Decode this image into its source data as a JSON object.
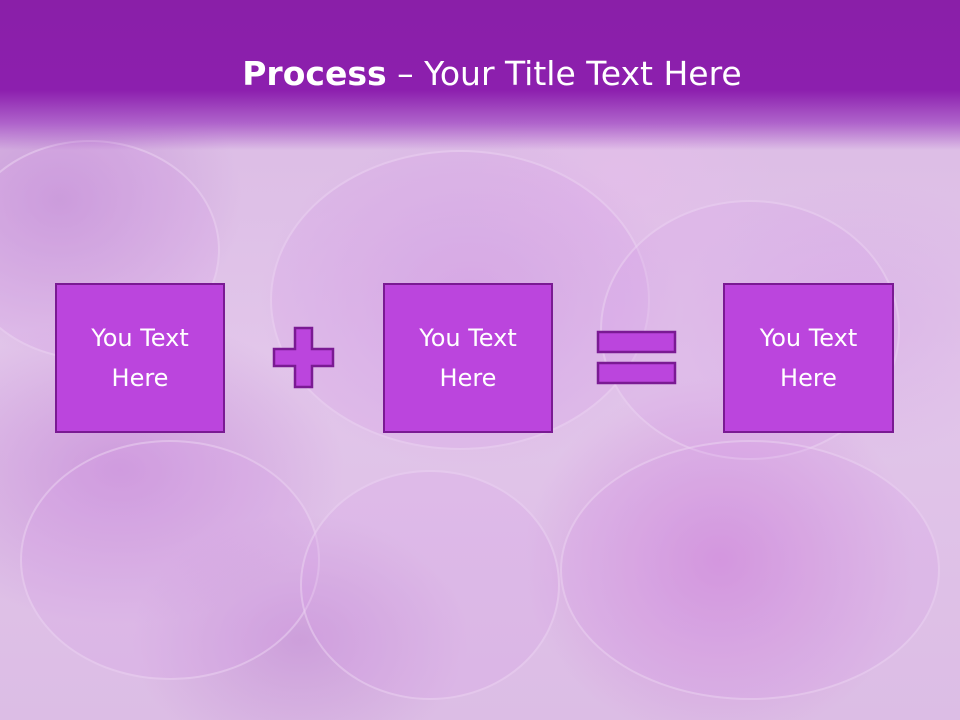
{
  "slide": {
    "title_bold": "Process",
    "title_dash": " – ",
    "title_rest": "Your Title Text Here"
  },
  "process": {
    "boxes": [
      {
        "line1": "You Text",
        "line2": "Here"
      },
      {
        "line1": "You Text",
        "line2": "Here"
      },
      {
        "line1": "You Text",
        "line2": "Here"
      }
    ],
    "operators": [
      "plus-icon",
      "equals-icon"
    ]
  },
  "colors": {
    "title_band": "#8c1fae",
    "box_fill": "#bb45dd",
    "box_border": "#7a1a93"
  }
}
